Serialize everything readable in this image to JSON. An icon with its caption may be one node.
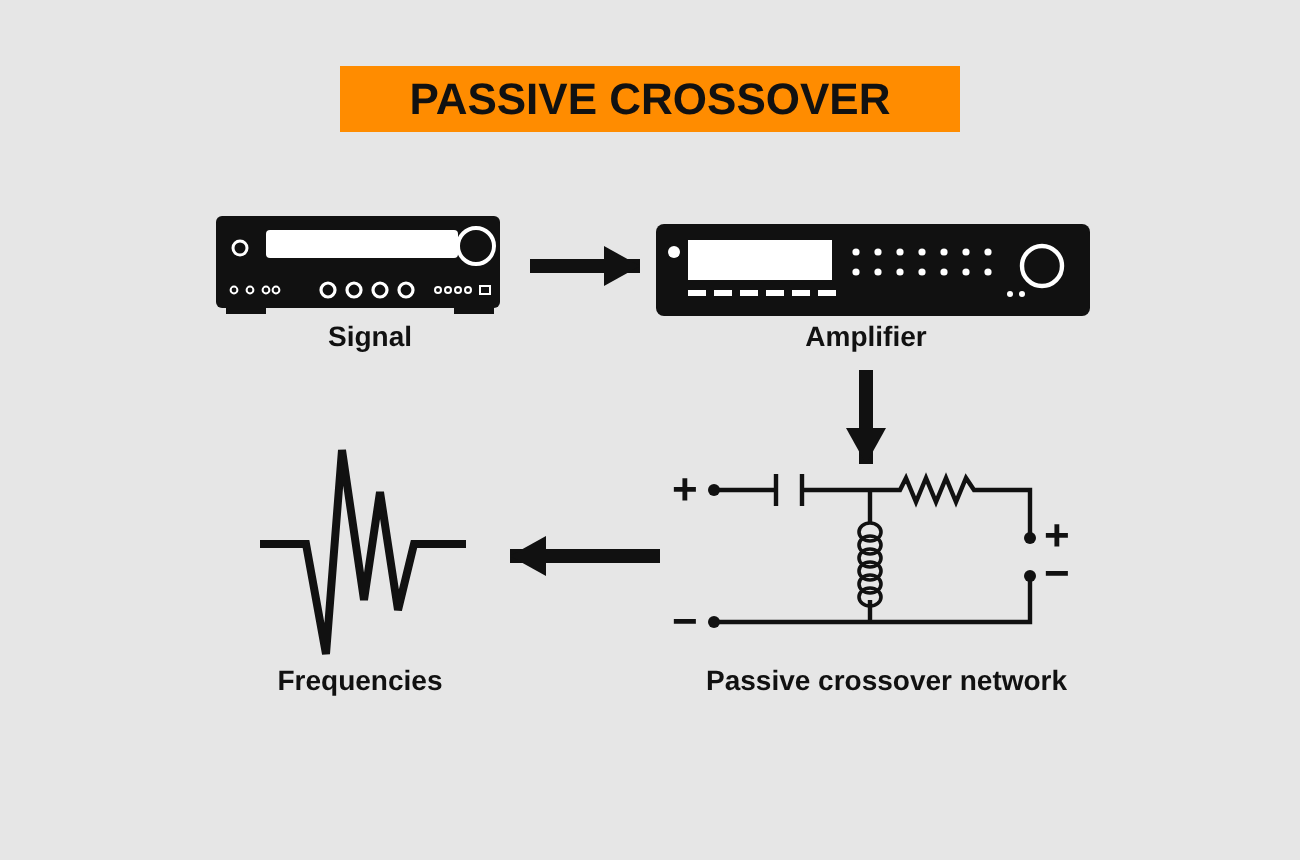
{
  "diagram": {
    "title": "PASSIVE CROSSOVER",
    "nodes": [
      {
        "text": [
          "Signal"
        ]
      },
      {
        "text": [
          "Amplifier"
        ]
      },
      {
        "text": [
          "Passive crossover network"
        ]
      },
      {
        "text": [
          "Frequencies"
        ]
      }
    ],
    "edges": [
      {
        "from": 0,
        "to": 1,
        "arrow": "to"
      },
      {
        "from": 1,
        "to": 2,
        "arrow": "to"
      },
      {
        "from": 2,
        "to": 3,
        "arrow": "to"
      }
    ],
    "labels": [
      "+",
      "+",
      "−",
      "−"
    ]
  }
}
